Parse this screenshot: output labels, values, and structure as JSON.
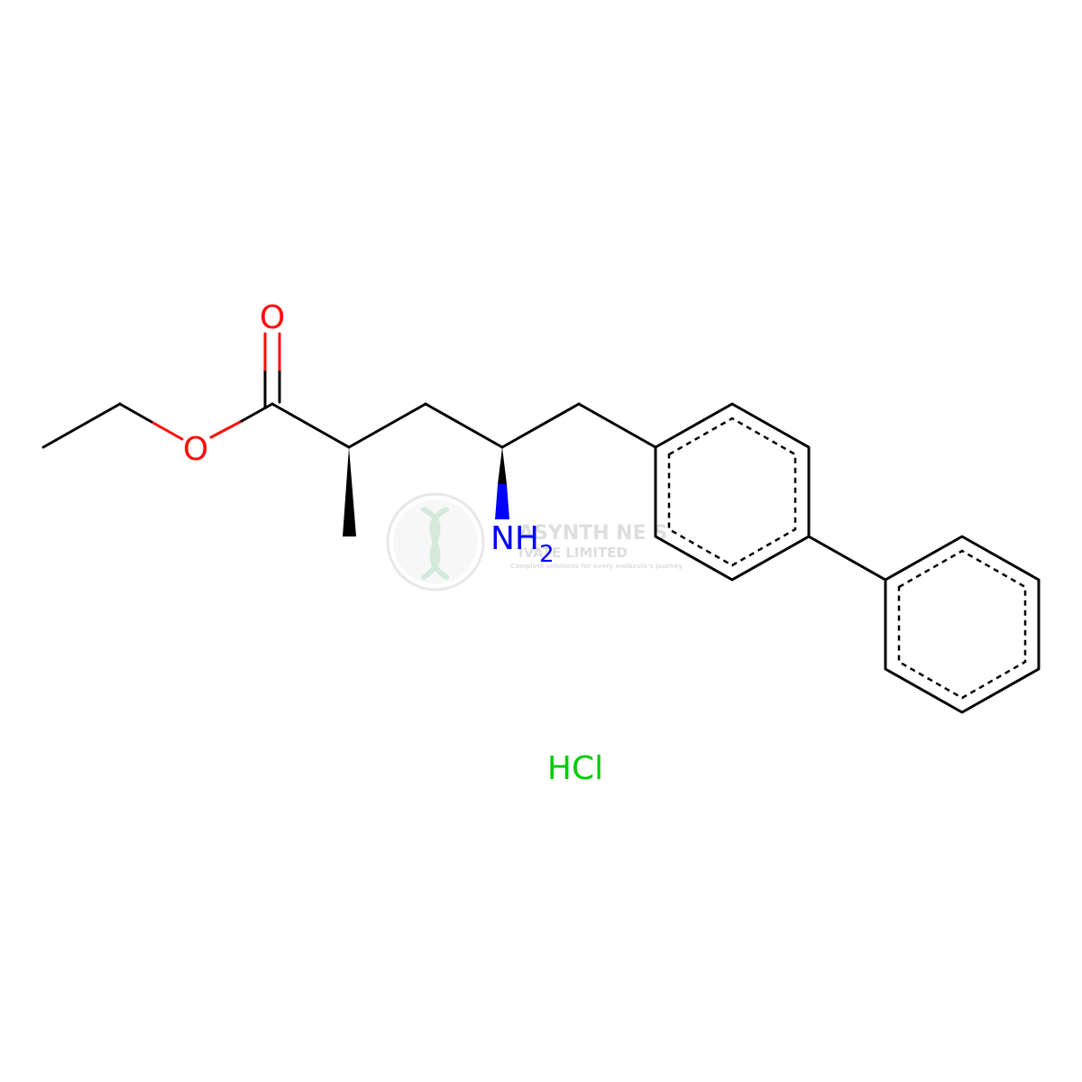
{
  "molecule": {
    "atoms": {
      "carbonyl_oxygen": "O",
      "ester_oxygen": "O",
      "amine_nitrogen": "NH",
      "amine_subscript": "2",
      "salt": "HCl"
    },
    "colors": {
      "bond": "#000000",
      "oxygen": "#ff0d0d",
      "nitrogen": "#0000ff",
      "chlorine": "#00cc00"
    }
  },
  "watermark": {
    "line1": "ASYNTH NE   S",
    "line2": "IVATE LIMITED",
    "tagline": "Complete solutions for every molecule's journey",
    "icon": "dna-logo-icon"
  }
}
